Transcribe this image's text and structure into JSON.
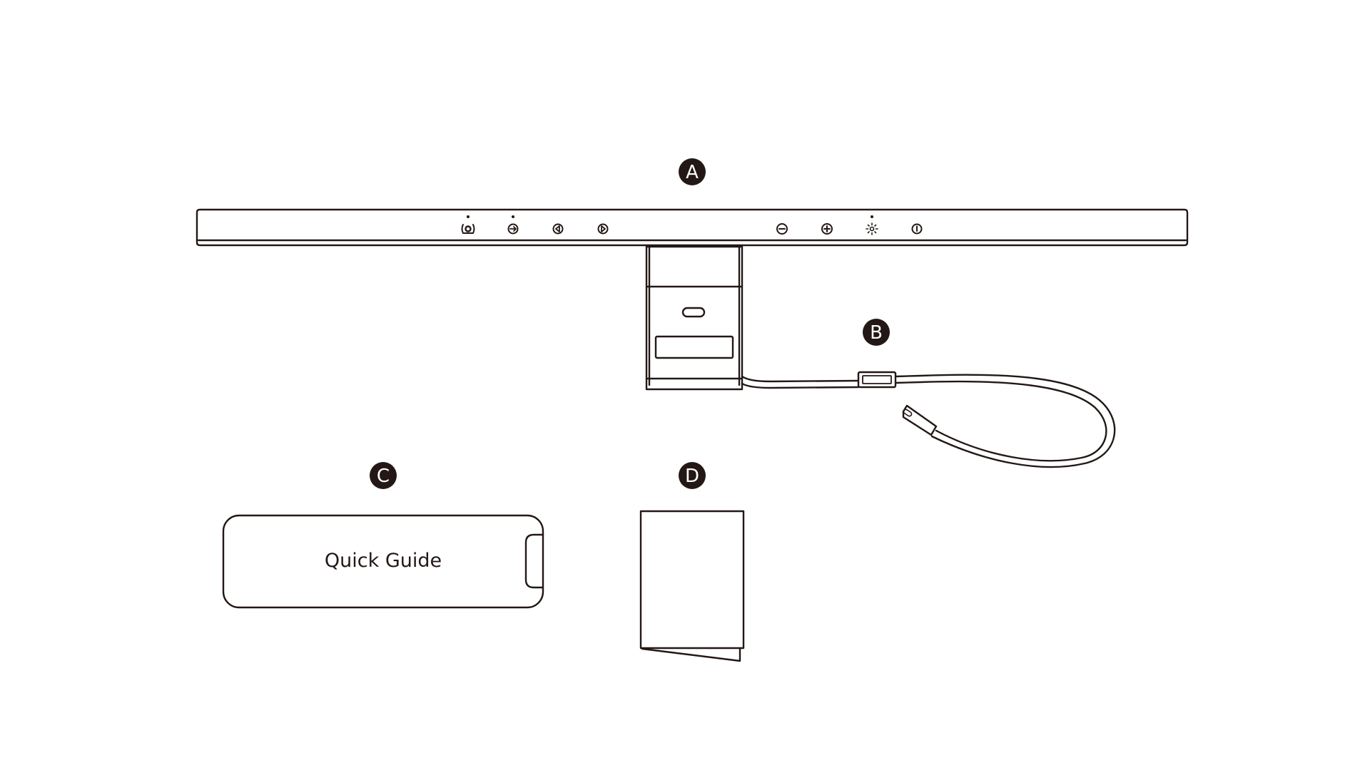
{
  "labels": {
    "a": "A",
    "b": "B",
    "c": "C",
    "d": "D"
  },
  "quick_guide": {
    "title": "Quick Guide"
  },
  "colors": {
    "ink": "#231815",
    "background": "#ffffff"
  },
  "icons": [
    "auto-dimming-icon",
    "mode-icon",
    "previous-icon",
    "next-icon",
    "minus-icon",
    "plus-icon",
    "brightness-icon",
    "power-icon"
  ]
}
